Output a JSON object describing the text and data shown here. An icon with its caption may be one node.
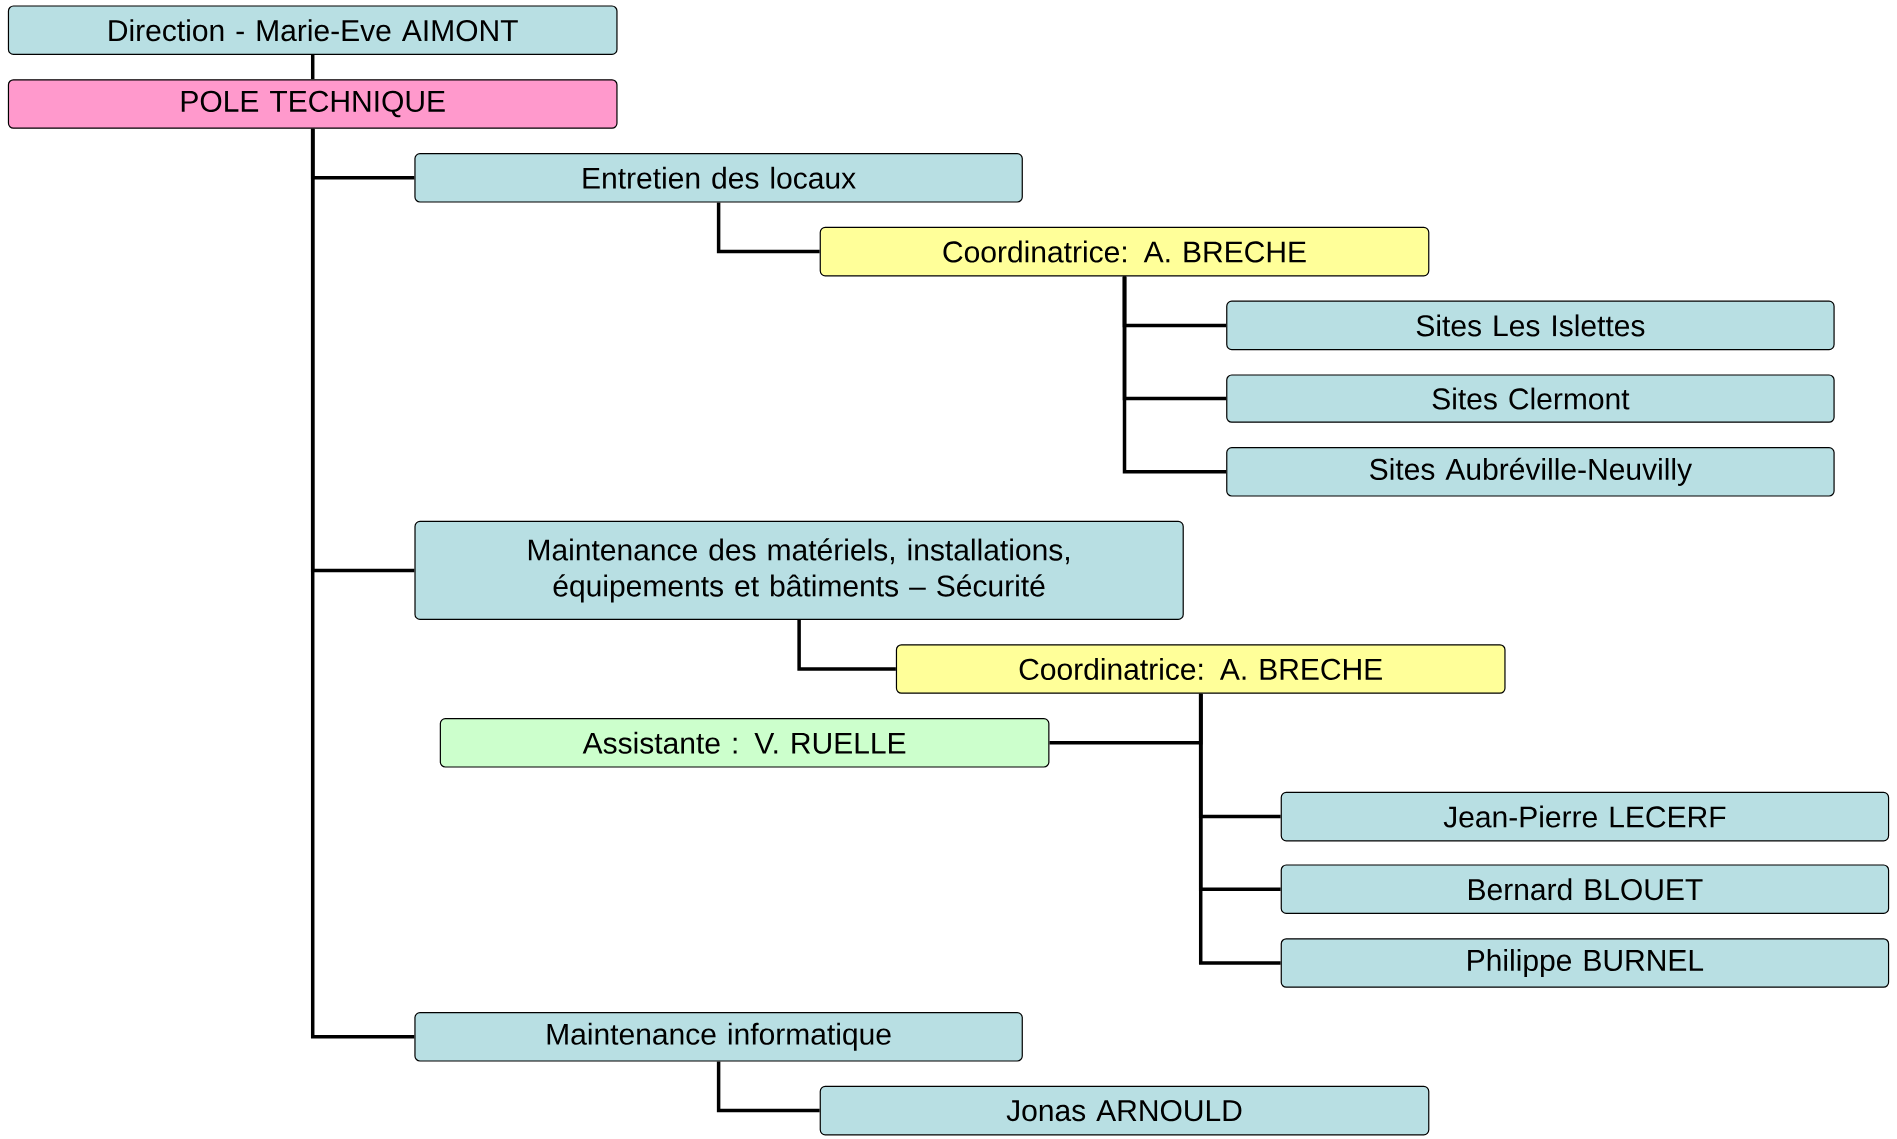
{
  "diagram": {
    "nodes": [
      {
        "text": [
          "Direction - Marie-Eve AIMONT"
        ]
      },
      {
        "text": [
          "POLE TECHNIQUE"
        ]
      },
      {
        "text": [
          "Entretien des locaux"
        ]
      },
      {
        "text": [
          "Coordinatrice: A. BRECHE"
        ]
      },
      {
        "text": [
          "Sites Les Islettes"
        ]
      },
      {
        "text": [
          "Sites Clermont"
        ]
      },
      {
        "text": [
          "Sites Aubréville-Neuvilly"
        ]
      },
      {
        "text": [
          "Maintenance des matériels, installations, équipements et bâtiments – Sécurité"
        ]
      },
      {
        "text": [
          "Coordinatrice: A. BRECHE"
        ]
      },
      {
        "text": [
          "Assistante : V. RUELLE"
        ]
      },
      {
        "text": [
          "Jean-Pierre LECERF"
        ]
      },
      {
        "text": [
          "Bernard BLOUET"
        ]
      },
      {
        "text": [
          "Philippe BURNEL"
        ]
      },
      {
        "text": [
          "Maintenance informatique"
        ]
      },
      {
        "text": [
          "Jonas ARNOULD"
        ]
      }
    ],
    "edges": [
      {
        "from": 0,
        "to": 1,
        "arrow": "none"
      },
      {
        "from": 1,
        "to": 2,
        "arrow": "none"
      },
      {
        "from": 1,
        "to": 7,
        "arrow": "none"
      },
      {
        "from": 1,
        "to": 13,
        "arrow": "none"
      },
      {
        "from": 2,
        "to": 3,
        "arrow": "none"
      },
      {
        "from": 3,
        "to": 4,
        "arrow": "none"
      },
      {
        "from": 3,
        "to": 5,
        "arrow": "none"
      },
      {
        "from": 3,
        "to": 6,
        "arrow": "none"
      },
      {
        "from": 7,
        "to": 8,
        "arrow": "none"
      },
      {
        "from": 8,
        "to": 9,
        "arrow": "none"
      },
      {
        "from": 8,
        "to": 10,
        "arrow": "none"
      },
      {
        "from": 8,
        "to": 11,
        "arrow": "none"
      },
      {
        "from": 8,
        "to": 12,
        "arrow": "none"
      },
      {
        "from": 13,
        "to": 14,
        "arrow": "none"
      }
    ]
  }
}
